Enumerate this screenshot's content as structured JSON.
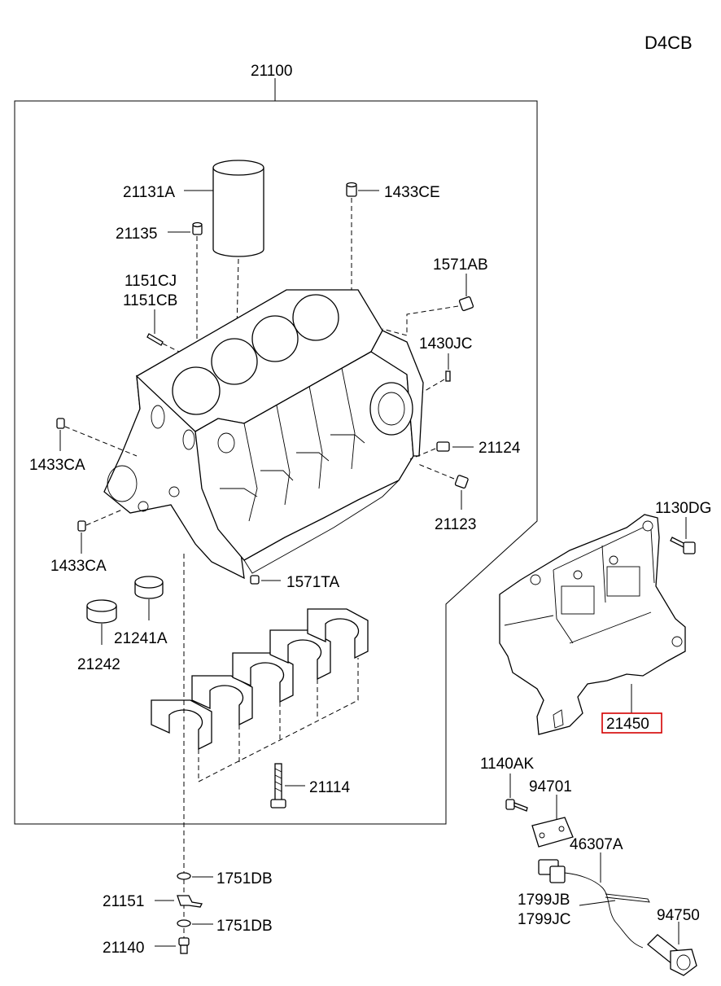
{
  "engine_code": "D4CB",
  "labels": {
    "p21100": "21100",
    "p21131A": "21131A",
    "p1433CE": "1433CE",
    "p21135": "21135",
    "p1571AB": "1571AB",
    "p1151CJ": "1151CJ",
    "p1151CB": "1151CB",
    "p1430JC": "1430JC",
    "p1433CA_top": "1433CA",
    "p21124": "21124",
    "p21123": "21123",
    "p1130DG": "1130DG",
    "p1433CA_bottom": "1433CA",
    "p1571TA": "1571TA",
    "p21241A": "21241A",
    "p21242": "21242",
    "p21450": "21450",
    "p21114": "21114",
    "p1140AK": "1140AK",
    "p94701": "94701",
    "p46307A": "46307A",
    "p1751DB_top": "1751DB",
    "p21151": "21151",
    "p1799JB": "1799JB",
    "p1799JC": "1799JC",
    "p94750": "94750",
    "p1751DB_bottom": "1751DB",
    "p21140": "21140"
  },
  "highlight_color": "#d40000"
}
